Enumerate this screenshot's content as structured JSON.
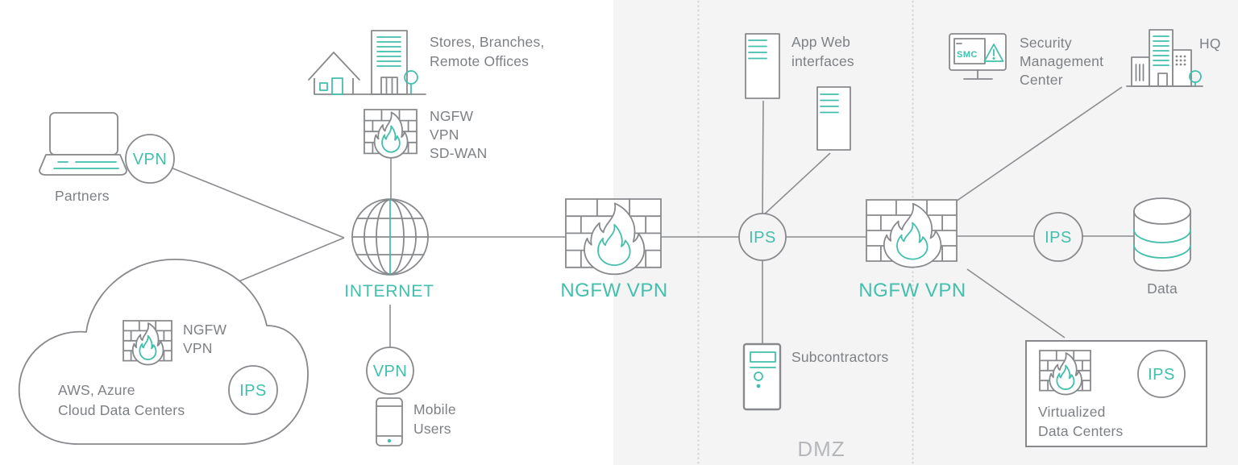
{
  "colors": {
    "teal_accent": "#43bfac",
    "icon_gray": "#87898c",
    "text_gray": "#7d8084",
    "zone_background": "#f4f4f5",
    "dmz_text": "#b5b7ba"
  },
  "zones": {
    "dmz_label": "DMZ"
  },
  "partners": {
    "label": "Partners",
    "vpn": "VPN"
  },
  "stores": {
    "label_line1": "Stores, Branches,",
    "label_line2": "Remote Offices"
  },
  "sdwan_fw": {
    "line1": "NGFW",
    "line2": "VPN",
    "line3": "SD-WAN"
  },
  "internet": {
    "label": "INTERNET"
  },
  "cloud": {
    "fw_line1": "NGFW",
    "fw_line2": "VPN",
    "label_line1": "AWS, Azure",
    "label_line2": "Cloud Data Centers",
    "ips": "IPS"
  },
  "mobile": {
    "vpn": "VPN",
    "label_line1": "Mobile",
    "label_line2": "Users"
  },
  "fw1": {
    "label": "NGFW VPN"
  },
  "app_web": {
    "label_line1": "App Web",
    "label_line2": "interfaces"
  },
  "ips1": {
    "label": "IPS"
  },
  "subcontractors": {
    "label": "Subcontractors"
  },
  "fw2": {
    "label": "NGFW VPN"
  },
  "smc": {
    "screen_label": "SMC",
    "label_line1": "Security",
    "label_line2": "Management",
    "label_line3": "Center"
  },
  "hq": {
    "label": "HQ"
  },
  "ips2": {
    "label": "IPS"
  },
  "data_store": {
    "label": "Data"
  },
  "virtualized": {
    "ips": "IPS",
    "label_line1": "Virtualized",
    "label_line2": "Data Centers"
  }
}
